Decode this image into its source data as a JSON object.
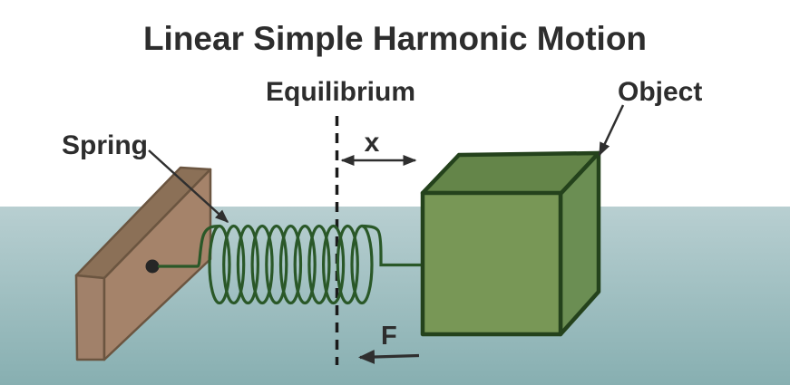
{
  "title": "Linear Simple Harmonic Motion",
  "labels": {
    "equilibrium": "Equilibrium",
    "object": "Object",
    "spring": "Spring",
    "displacement": "x",
    "force": "F"
  },
  "colors": {
    "background": "#ffffff",
    "ground_top": "#b8cfd1",
    "ground_bottom": "#87afb1",
    "wall_front": "#a5836a",
    "wall_top": "#8b7057",
    "wall_end": "#a1816a",
    "wall_outline": "#6b5540",
    "anchor_dot": "#262626",
    "spring_wire": "#2a5828",
    "cube_front": "#789756",
    "cube_top": "#648549",
    "cube_side": "#6b8e53",
    "cube_outline": "#24421c",
    "ink": "#2d2d2d",
    "arrow": "#2f2f2f",
    "equilibrium_line": "#1a1a1a"
  }
}
